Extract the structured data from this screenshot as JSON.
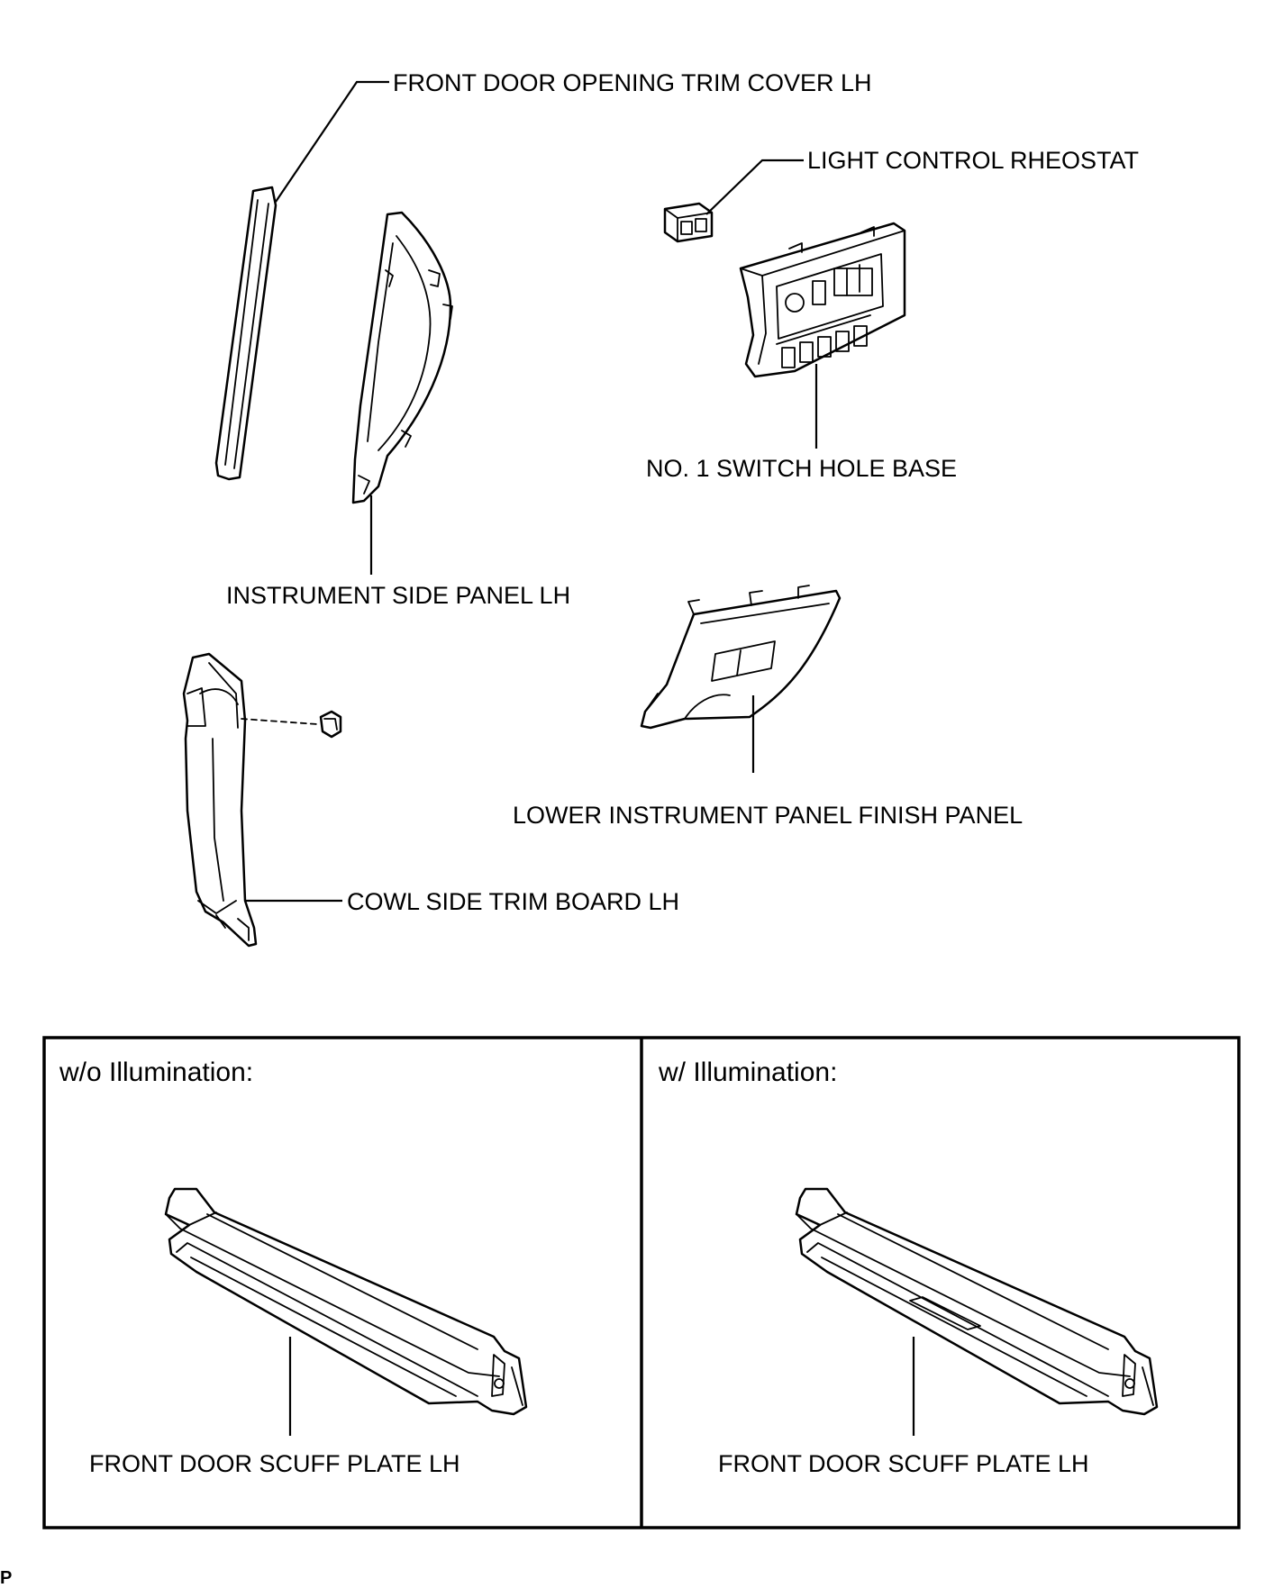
{
  "labels": {
    "front_door_opening_trim_cover": "FRONT DOOR OPENING TRIM COVER LH",
    "light_control_rheostat": "LIGHT CONTROL RHEOSTAT",
    "switch_hole_base": "NO. 1 SWITCH HOLE BASE",
    "instrument_side_panel": "INSTRUMENT SIDE PANEL LH",
    "lower_instrument_panel_finish_panel": "LOWER INSTRUMENT PANEL FINISH PANEL",
    "cowl_side_trim_board": "COWL SIDE TRIM BOARD LH"
  },
  "panels": {
    "left": {
      "header": "w/o Illumination:",
      "label": "FRONT DOOR SCUFF PLATE LH"
    },
    "right": {
      "header": "w/ Illumination:",
      "label": "FRONT DOOR SCUFF PLATE LH"
    }
  },
  "corner_mark": "P"
}
